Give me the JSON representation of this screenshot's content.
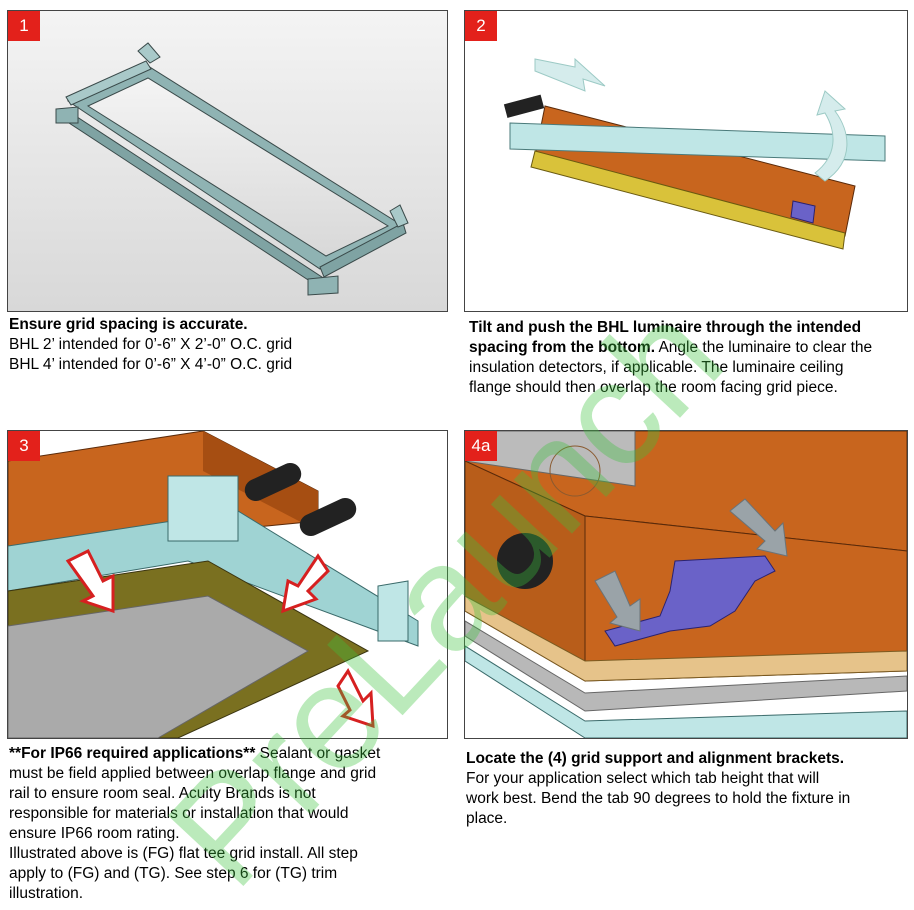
{
  "steps": [
    {
      "badge": "1",
      "caption": {
        "bold": "Ensure grid spacing is accurate.",
        "lines": [
          "BHL 2’ intended for 0’-6” X 2’-0” O.C. grid",
          "BHL 4’ intended for 0’-6” X 4’-0” O.C. grid"
        ]
      }
    },
    {
      "badge": "2",
      "caption": {
        "lines": [
          {
            "bold": "Tilt and push the BHL luminaire through the intended",
            "rest": ""
          },
          {
            "bold": "spacing from the bottom.",
            "rest": " Angle the luminaire to clear the"
          },
          {
            "bold": "",
            "rest": "insulation detectors, if applicable. The luminaire ceiling"
          },
          {
            "bold": "",
            "rest": "flange should then overlap the room facing grid piece."
          }
        ]
      }
    },
    {
      "badge": "3",
      "caption": {
        "lines": [
          {
            "bold": "**For IP66 required applications**",
            "rest": " Sealant or gasket"
          },
          {
            "bold": "",
            "rest": "must be field applied between overlap flange and grid"
          },
          {
            "bold": "",
            "rest": "rail to ensure room seal. Acuity Brands is not"
          },
          {
            "bold": "",
            "rest": "responsible for materials or installation that would"
          },
          {
            "bold": "",
            "rest": "ensure IP66 room rating."
          },
          {
            "bold": "",
            "rest": "Illustrated above is (FG) flat tee grid install. All step"
          },
          {
            "bold": "",
            "rest": "apply to (FG) and (TG). See step 6 for (TG) trim"
          },
          {
            "bold": "",
            "rest": "illustration."
          }
        ]
      }
    },
    {
      "badge": "4a",
      "caption": {
        "lines": [
          {
            "bold": "Locate the (4) grid support and alignment brackets.",
            "rest": ""
          },
          {
            "bold": "",
            "rest": "For your application select which tab height that will"
          },
          {
            "bold": "",
            "rest": "work best. Bend the tab 90 degrees to hold the fixture in"
          },
          {
            "bold": "",
            "rest": "place."
          }
        ]
      }
    }
  ],
  "watermark": "PreLaunch",
  "colors": {
    "badge": "#e3211b",
    "grid": "#8fb3b3",
    "housing": "#c8651e",
    "bracket": "#6a62c8",
    "arrow": "#d62020",
    "watermark": "#3cc23c"
  }
}
